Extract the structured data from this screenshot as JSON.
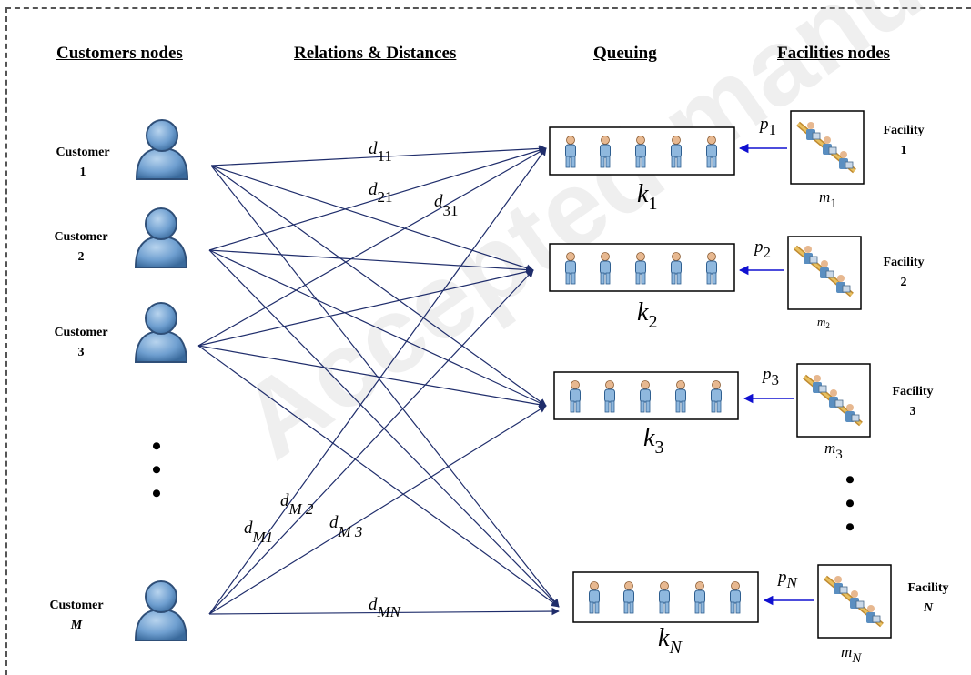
{
  "headers": {
    "customers": "Customers nodes",
    "relations": "Relations & Distances",
    "queuing": "Queuing",
    "facilities": "Facilities nodes"
  },
  "customers": [
    {
      "word": "Customer",
      "index": "1"
    },
    {
      "word": "Customer",
      "index": "2"
    },
    {
      "word": "Customer",
      "index": "3"
    },
    {
      "word": "Customer",
      "index": "M"
    }
  ],
  "facilities": [
    {
      "word": "Facility",
      "index": "1"
    },
    {
      "word": "Facility",
      "index": "2"
    },
    {
      "word": "Facility",
      "index": "3"
    },
    {
      "word": "Facility",
      "index": "N"
    }
  ],
  "queues": [
    {
      "label": "k",
      "sub": "1"
    },
    {
      "label": "k",
      "sub": "2"
    },
    {
      "label": "k",
      "sub": "3"
    },
    {
      "label": "k",
      "sub": "N"
    }
  ],
  "probabilities": [
    {
      "label": "p",
      "sub": "1"
    },
    {
      "label": "p",
      "sub": "2"
    },
    {
      "label": "p",
      "sub": "3"
    },
    {
      "label": "p",
      "sub": "N"
    }
  ],
  "servers": [
    {
      "label": "m",
      "sub": "1"
    },
    {
      "label": "m",
      "sub": "2"
    },
    {
      "label": "m",
      "sub": "3"
    },
    {
      "label": "m",
      "sub": "N"
    }
  ],
  "distances": [
    {
      "label": "d",
      "sub": "11"
    },
    {
      "label": "d",
      "sub": "21"
    },
    {
      "label": "d",
      "sub": "31"
    },
    {
      "label": "d",
      "sub": "M 2"
    },
    {
      "label": "d",
      "sub": "M1"
    },
    {
      "label": "d",
      "sub": "M 3"
    },
    {
      "label": "d",
      "sub": "MN"
    }
  ],
  "ellipsis": "•",
  "watermark": "Accepted manuscript",
  "colors": {
    "edge": "#1f2d6b",
    "arrow": "#1010d0",
    "person": "#6f9fd0",
    "person_dark": "#2f5f90",
    "queue_person": "#8fb8de",
    "queue_head": "#e7b890"
  }
}
